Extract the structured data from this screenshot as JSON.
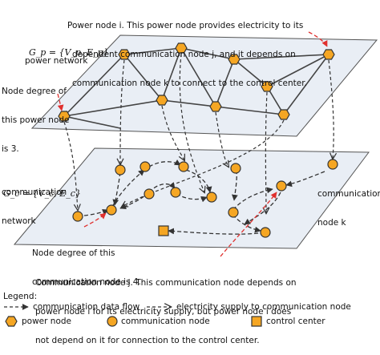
{
  "annotations": {
    "top": [
      "Power node i. This power node provides electricity to its",
      "dependent communication node j, and it depends on",
      "communication node k to connect to the control center."
    ],
    "power_degree": [
      "Node degree of",
      "this power node",
      "is 3."
    ],
    "comm_degree": [
      "Node degree of this",
      "communication node is 4."
    ],
    "bottom": [
      "Communication node j. This communication node depends on",
      "power node i for its electricity supply, but power node i does",
      "not depend on it for connection to the control center."
    ],
    "comm_node_k": [
      "communication",
      "node k"
    ]
  },
  "layers": {
    "power": {
      "name": "power network",
      "formula": "G_p = {V_p, E_p}"
    },
    "communication": {
      "name_lines": [
        "communication",
        "network"
      ],
      "formula": "G_c = {V_c, E_c}"
    }
  },
  "legend": {
    "title": "Legend:",
    "comm_flow": "communication data flow",
    "electricity": "electricity supply to communication node",
    "power_node": "power node",
    "comm_node": "communication node",
    "control_center": "control center"
  },
  "colors": {
    "power_node": "#f5a623",
    "comm_node": "#f5a623",
    "control_center": "#f5a623",
    "highlight_arrow": "#e0302e",
    "plane_fill": "#e9eef5",
    "edge": "#444444"
  }
}
